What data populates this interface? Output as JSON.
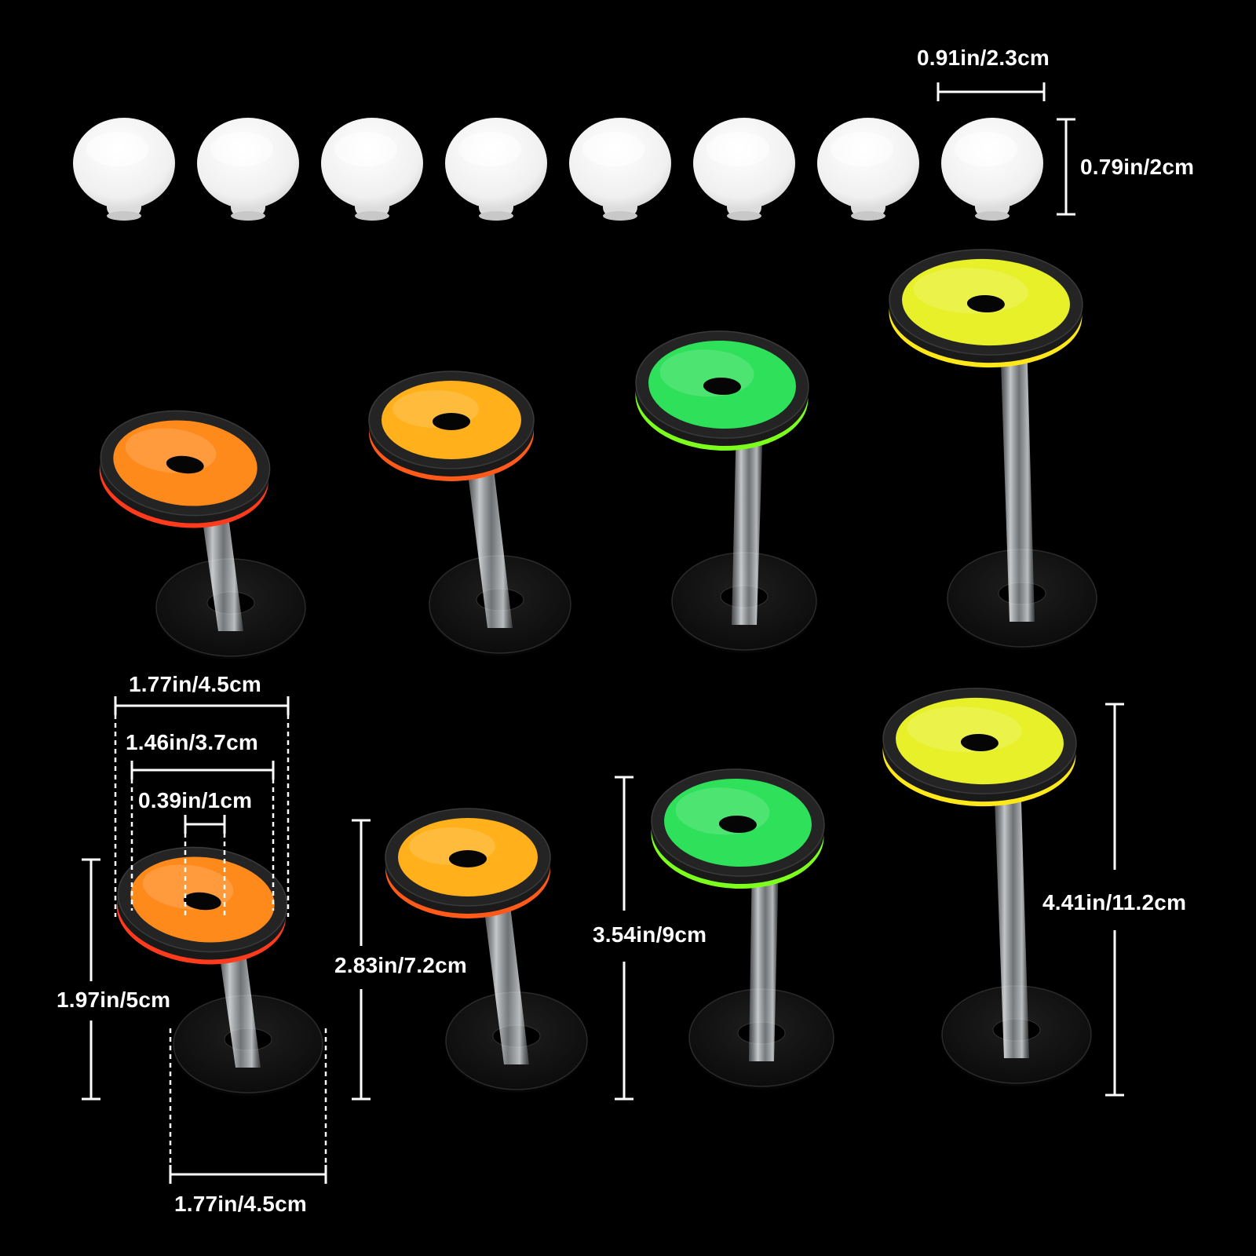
{
  "product": {
    "caps_count": 8,
    "stands": [
      {
        "size": "small",
        "rim_color": "#ff3b1e",
        "lens_color": "#ff8a1c"
      },
      {
        "size": "medium",
        "rim_color": "#ff5a1a",
        "lens_color": "#ffb01a"
      },
      {
        "size": "large",
        "rim_color": "#7dff1e",
        "lens_color": "#2ee05a"
      },
      {
        "size": "xlarge",
        "rim_color": "#ffe81a",
        "lens_color": "#e8f02a"
      }
    ]
  },
  "dimensions": {
    "cap_width": "0.91in/2.3cm",
    "cap_height": "0.79in/2cm",
    "top_outer_diameter": "1.77in/4.5cm",
    "top_inner_diameter": "1.46in/3.7cm",
    "hole_diameter": "0.39in/1cm",
    "base_diameter": "1.77in/4.5cm",
    "height_small": "1.97in/5cm",
    "height_medium": "2.83in/7.2cm",
    "height_large": "3.54in/9cm",
    "height_xlarge": "4.41in/11.2cm"
  }
}
